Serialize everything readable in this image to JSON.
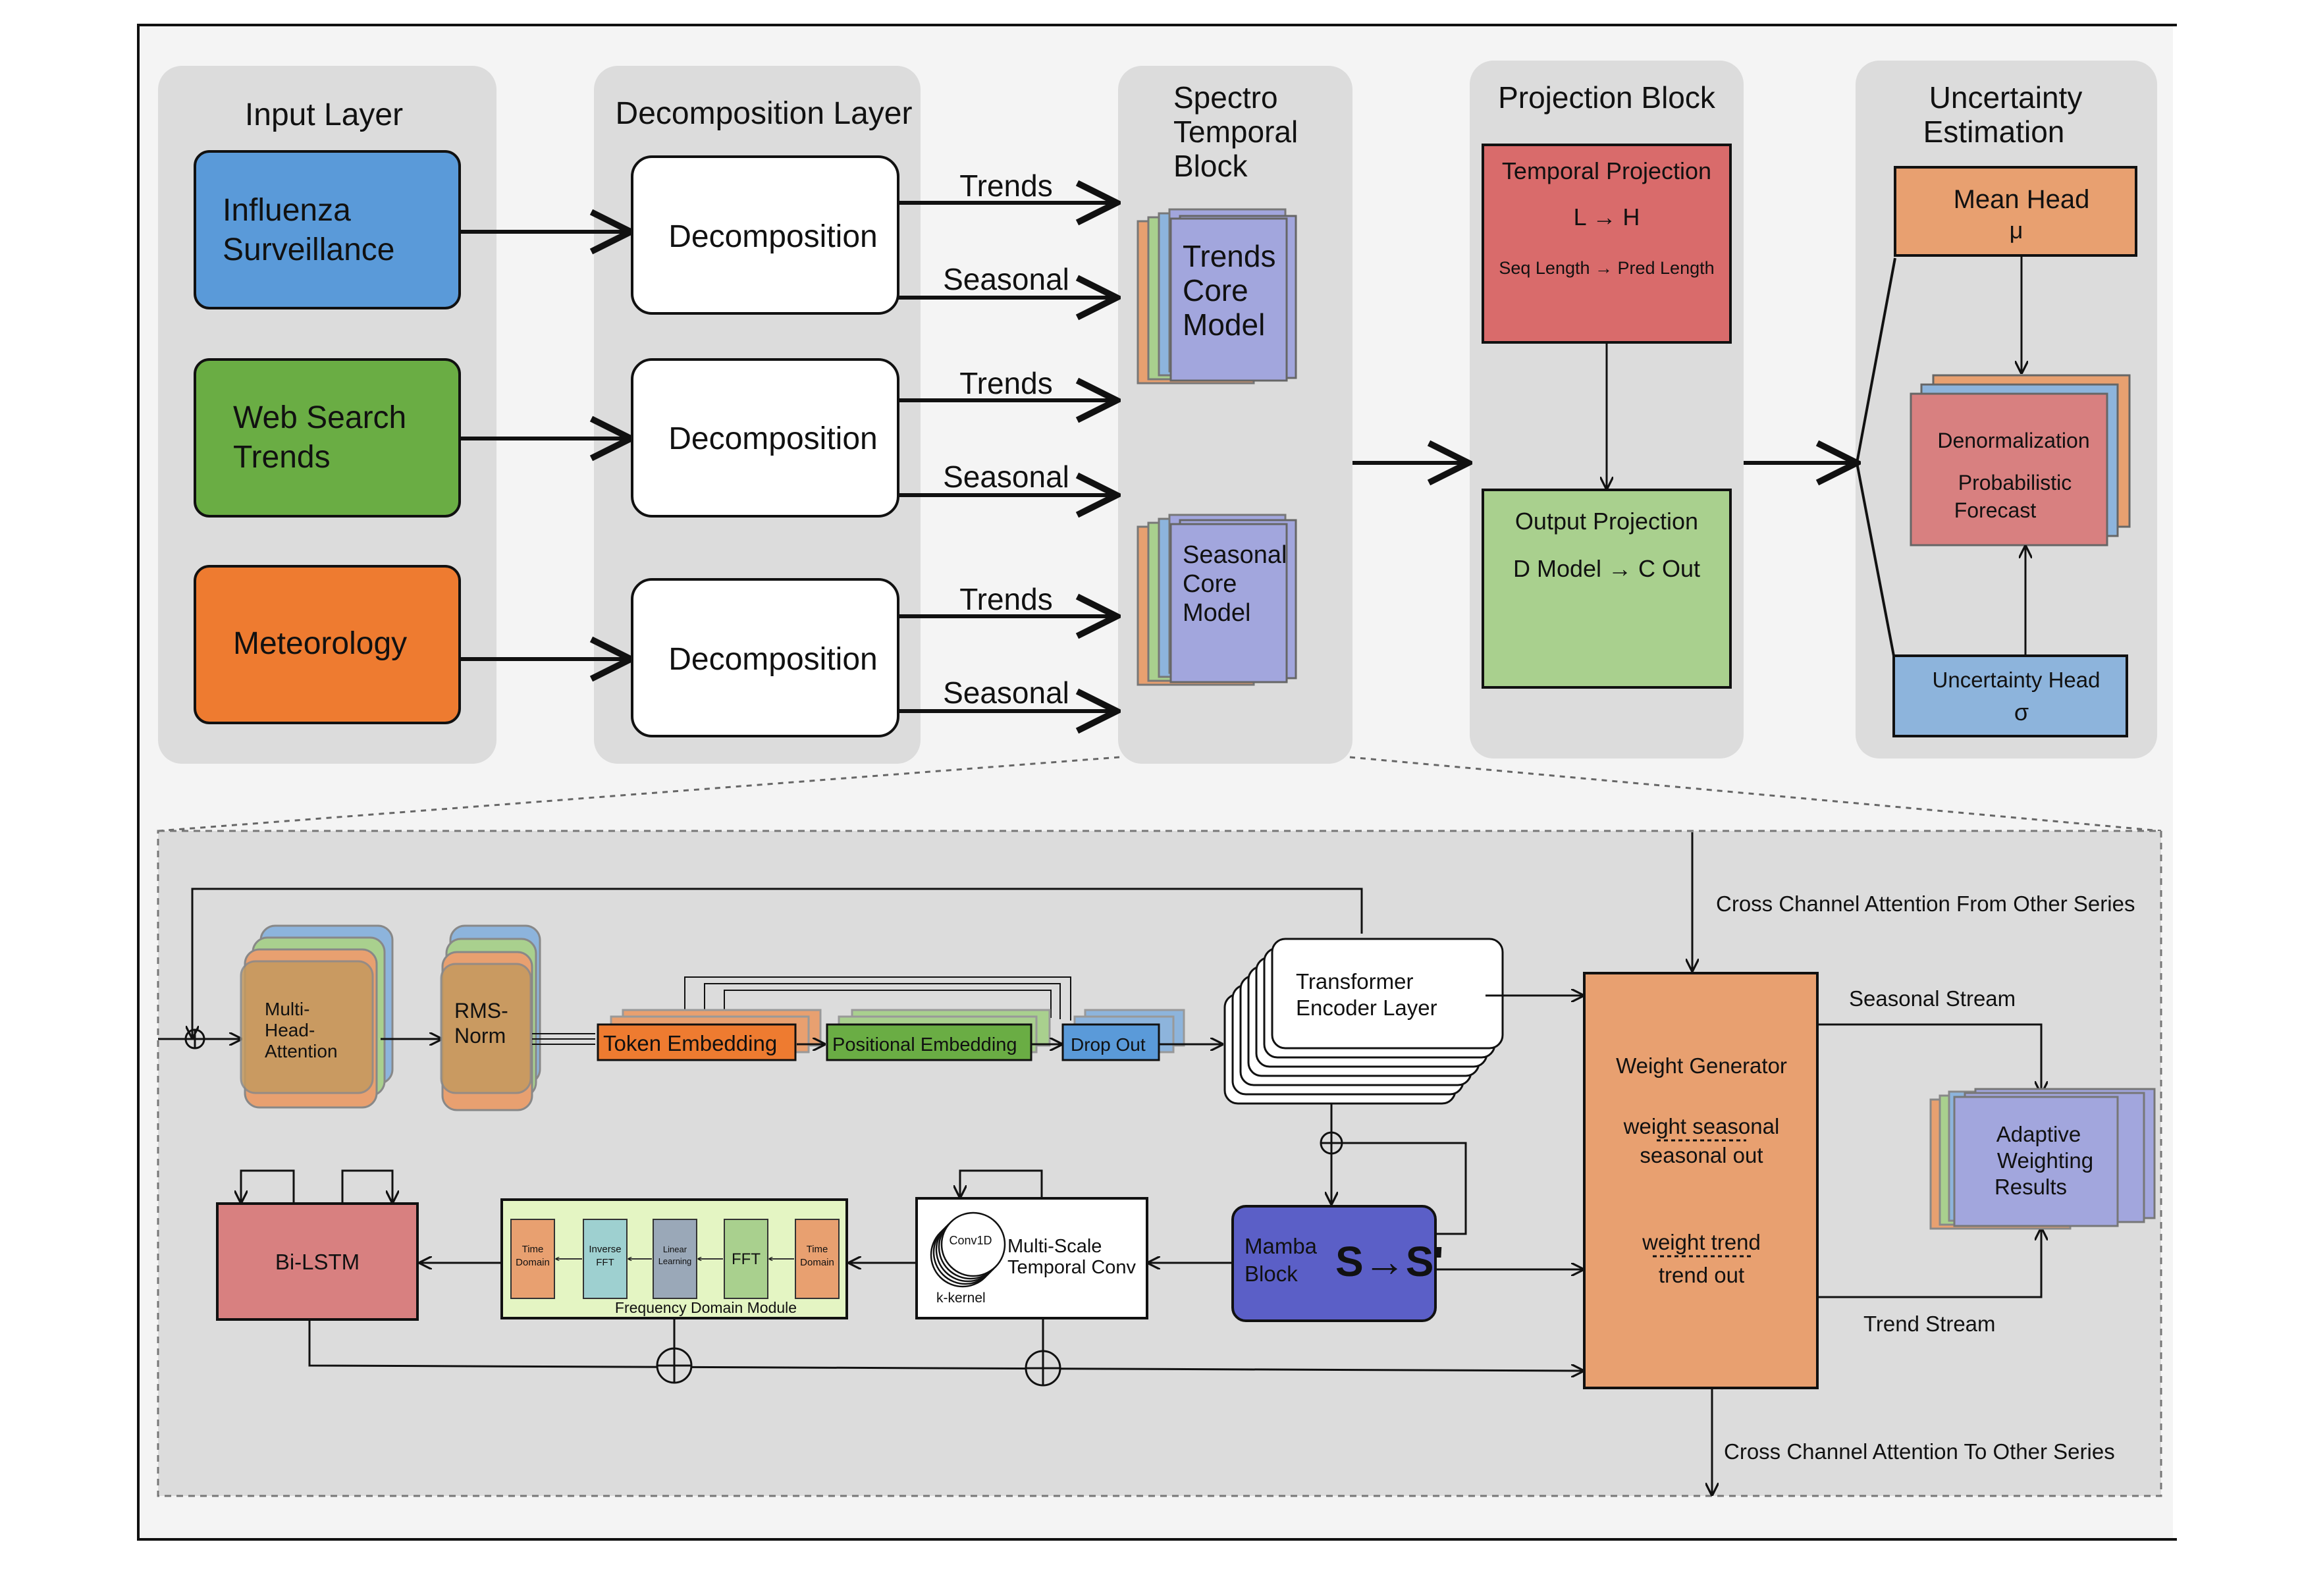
{
  "colors": {
    "blue": "#5a9ad9",
    "green": "#6aad44",
    "orange": "#ee7b30",
    "panel": "#dcdcdc",
    "red": "#d96b6b",
    "lightgreen": "#a9d08e",
    "peach": "#e8a070",
    "lightblue": "#8db4dc",
    "purple": "#5b5fc7",
    "lavender": "#a2a6dd",
    "pink": "#d88080"
  },
  "input_layer": {
    "title": "Input Layer",
    "influenza": [
      "Influenza",
      "Surveillance"
    ],
    "web": [
      "Web Search",
      "Trends"
    ],
    "meteo": "Meteorology"
  },
  "decomposition_layer": {
    "title": "Decomposition Layer",
    "box_label": "Decomposition",
    "trends": "Trends",
    "seasonal": "Seasonal"
  },
  "spectro": {
    "title": [
      "Spectro",
      "Temporal",
      "Block"
    ],
    "trends_core": [
      "Trends",
      "Core",
      "Model"
    ],
    "seasonal_core": [
      "Seasonal",
      "Core",
      "Model"
    ]
  },
  "projection": {
    "title": "Projection Block",
    "temporal_title": "Temporal Projection",
    "temporal_lh": "L → H",
    "temporal_seq": "Seq Length → Pred Length",
    "output_title": "Output Projection",
    "output_dc": "D Model → C Out"
  },
  "uncertainty": {
    "title": [
      "Uncertainty",
      "Estimation"
    ],
    "mean_head": "Mean Head",
    "mu": "μ",
    "denorm": "Denormalization",
    "prob": [
      "Probabilistic",
      "Forecast"
    ],
    "unc_head": "Uncertainty Head",
    "sigma": "σ"
  },
  "detail": {
    "cross_in": "Cross Channel Attention From Other Series",
    "cross_out": "Cross Channel Attention To Other Series",
    "mha": [
      "Multi-",
      "Head-",
      "Attention"
    ],
    "rms": [
      "RMS-",
      "Norm"
    ],
    "token_emb": "Token Embedding",
    "pos_emb": "Positional Embedding",
    "dropout": "Drop Out",
    "transformer": [
      "Transformer",
      "Encoder Layer"
    ],
    "weight_gen": "Weight Generator",
    "weight_seasonal": "weight seasonal",
    "seasonal_out": "seasonal out",
    "weight_trend": "weight trend",
    "trend_out": "trend out",
    "seasonal_stream": "Seasonal Stream",
    "trend_stream": "Trend Stream",
    "adaptive": [
      "Adaptive",
      "Weighting",
      "Results"
    ],
    "mamba": [
      "Mamba",
      "Block"
    ],
    "mamba_glyph": "S→S'",
    "msconv": [
      "Multi-Scale",
      "Temporal Conv"
    ],
    "conv1d": "Conv1D",
    "kkernel": "k-kernel",
    "freq_module": "Frequency Domain Module",
    "time_domain": [
      "Time",
      "Domain"
    ],
    "inverse_fft": [
      "Inverse",
      "FFT"
    ],
    "linear_learning": [
      "Linear",
      "Learning"
    ],
    "fft": "FFT",
    "bilstm": "Bi-LSTM"
  }
}
